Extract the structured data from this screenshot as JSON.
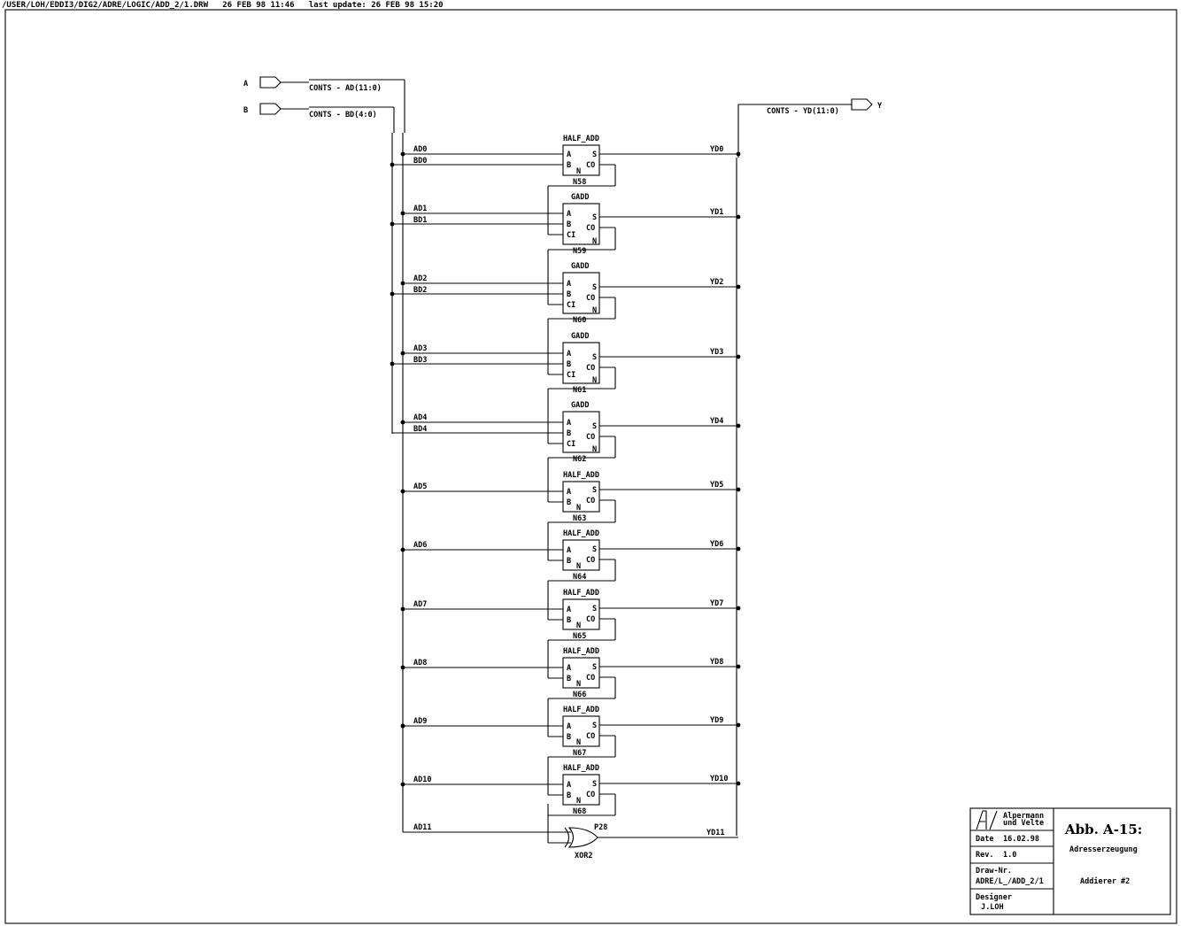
{
  "header": {
    "path": "/USER/LOH/EDDI3/DIG2/ADRE/LOGIC/ADD_2/1.DRW",
    "timestamp": "26 FEB 98 11:46",
    "last_update": "last update: 26 FEB 98 15:20"
  },
  "inputs": [
    {
      "name": "A",
      "bus": "CONTS - AD(11:0)"
    },
    {
      "name": "B",
      "bus": "CONTS - BD(4:0)"
    }
  ],
  "output": {
    "name": "Y",
    "bus": "CONTS - YD(11:0)"
  },
  "blocks": [
    {
      "type": "HALF_ADD",
      "id": "N58",
      "a": "AD0",
      "b": "BD0",
      "y": "YD0",
      "pins": [
        "A",
        "B",
        "S",
        "CO",
        "N"
      ]
    },
    {
      "type": "GADD",
      "id": "N59",
      "a": "AD1",
      "b": "BD1",
      "y": "YD1",
      "pins": [
        "A",
        "B",
        "CI",
        "S",
        "CO",
        "N"
      ]
    },
    {
      "type": "GADD",
      "id": "N60",
      "a": "AD2",
      "b": "BD2",
      "y": "YD2",
      "pins": [
        "A",
        "B",
        "CI",
        "S",
        "CO",
        "N"
      ]
    },
    {
      "type": "GADD",
      "id": "N61",
      "a": "AD3",
      "b": "BD3",
      "y": "YD3",
      "pins": [
        "A",
        "B",
        "CI",
        "S",
        "CO",
        "N"
      ]
    },
    {
      "type": "GADD",
      "id": "N62",
      "a": "AD4",
      "b": "BD4",
      "y": "YD4",
      "pins": [
        "A",
        "B",
        "CI",
        "S",
        "CO",
        "N"
      ]
    },
    {
      "type": "HALF_ADD",
      "id": "N63",
      "a": "AD5",
      "b": "",
      "y": "YD5",
      "pins": [
        "A",
        "B",
        "S",
        "CO",
        "N"
      ]
    },
    {
      "type": "HALF_ADD",
      "id": "N64",
      "a": "AD6",
      "b": "",
      "y": "YD6",
      "pins": [
        "A",
        "B",
        "S",
        "CO",
        "N"
      ]
    },
    {
      "type": "HALF_ADD",
      "id": "N65",
      "a": "AD7",
      "b": "",
      "y": "YD7",
      "pins": [
        "A",
        "B",
        "S",
        "CO",
        "N"
      ]
    },
    {
      "type": "HALF_ADD",
      "id": "N66",
      "a": "AD8",
      "b": "",
      "y": "YD8",
      "pins": [
        "A",
        "B",
        "S",
        "CO",
        "N"
      ]
    },
    {
      "type": "HALF_ADD",
      "id": "N67",
      "a": "AD9",
      "b": "",
      "y": "YD9",
      "pins": [
        "A",
        "B",
        "S",
        "CO",
        "N"
      ]
    },
    {
      "type": "HALF_ADD",
      "id": "N68",
      "a": "AD10",
      "b": "",
      "y": "YD10",
      "pins": [
        "A",
        "B",
        "S",
        "CO",
        "N"
      ]
    }
  ],
  "xor": {
    "type": "XOR2",
    "id": "P28",
    "a": "AD11",
    "y": "YD11"
  },
  "title_block": {
    "company_line1": "Alpermann",
    "company_line2": "und Velte",
    "title": "Abb. A-15:",
    "subtitle": "Adresserzeugung",
    "date_label": "Date",
    "date": "16.02.98",
    "rev_label": "Rev.",
    "rev": "1.0",
    "drawnr_label": "Draw-Nr.",
    "drawnr": "ADRE/L_/ADD_2/1",
    "description": "Addierer #2",
    "designer_label": "Designer",
    "designer": "J.LOH"
  }
}
